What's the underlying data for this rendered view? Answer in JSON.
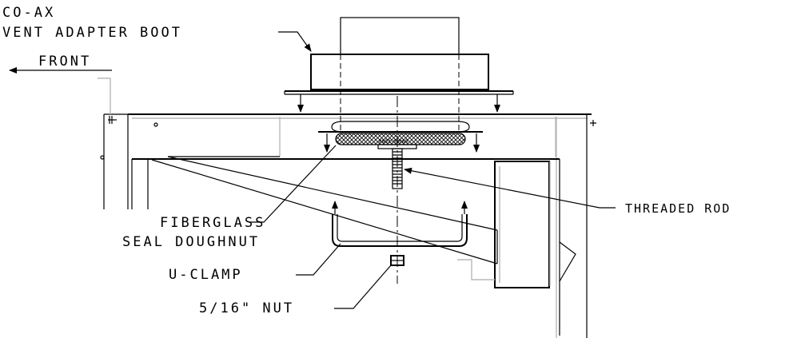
{
  "labels": {
    "coax_line1": "CO-AX",
    "coax_line2": "VENT ADAPTER BOOT",
    "front": "FRONT",
    "fiberglass_line1": "FIBERGLASS",
    "fiberglass_line2": "SEAL DOUGHNUT",
    "threaded_rod": "THREADED ROD",
    "u_clamp": "U-CLAMP",
    "nut": "5/16\"  NUT",
    "doughnut_stamp": "8803-00000"
  }
}
